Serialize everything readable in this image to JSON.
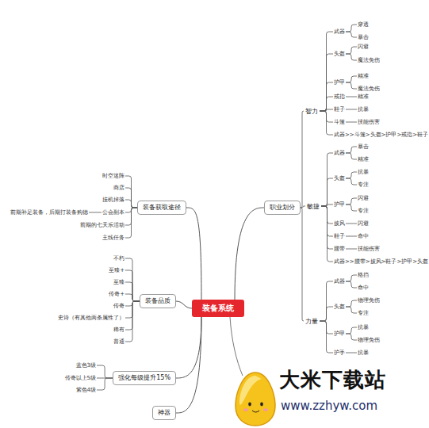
{
  "diagram": {
    "nodes": [
      {
        "text": [
          "装备系统"
        ]
      },
      {
        "text": [
          "装备获取途径"
        ]
      },
      {
        "text": [
          "时空迷阵"
        ]
      },
      {
        "text": [
          "商店"
        ]
      },
      {
        "text": [
          "挂机掉落"
        ]
      },
      {
        "text": [
          "公会副本"
        ]
      },
      {
        "text": [
          "前期补足装备，后期打装备购德"
        ]
      },
      {
        "text": [
          "前期的七天乐活动"
        ]
      },
      {
        "text": [
          "主线任务"
        ]
      },
      {
        "text": [
          "装备品质"
        ]
      },
      {
        "text": [
          "不朽"
        ]
      },
      {
        "text": [
          "至臻+"
        ]
      },
      {
        "text": [
          "至臻"
        ]
      },
      {
        "text": [
          "传奇+"
        ]
      },
      {
        "text": [
          "传奇"
        ]
      },
      {
        "text": [
          "史诗（有其他两条属性了）"
        ]
      },
      {
        "text": [
          "稀有"
        ]
      },
      {
        "text": [
          "普通"
        ]
      },
      {
        "text": [
          "强化每级提升15%"
        ]
      },
      {
        "text": [
          "蓝色3级"
        ]
      },
      {
        "text": [
          "传奇以上5级"
        ]
      },
      {
        "text": [
          "紫色4级"
        ]
      },
      {
        "text": [
          "神器"
        ]
      },
      {
        "text": [
          "职业划分"
        ]
      },
      {
        "text": [
          "智力"
        ]
      },
      {
        "text": [
          "武器"
        ]
      },
      {
        "text": [
          "穿透"
        ]
      },
      {
        "text": [
          "暴击"
        ]
      },
      {
        "text": [
          "头盔"
        ]
      },
      {
        "text": [
          "闪避"
        ]
      },
      {
        "text": [
          "魔法免伤"
        ]
      },
      {
        "text": [
          "护甲"
        ]
      },
      {
        "text": [
          "精准"
        ]
      },
      {
        "text": [
          "魔法免伤"
        ]
      },
      {
        "text": [
          "戒指"
        ]
      },
      {
        "text": [
          "精准"
        ]
      },
      {
        "text": [
          "鞋子"
        ]
      },
      {
        "text": [
          "抗暴"
        ]
      },
      {
        "text": [
          "斗篷"
        ]
      },
      {
        "text": [
          "技能伤害"
        ]
      },
      {
        "text": [
          "武器>>斗篷>头盔>护甲>戒指>鞋子"
        ]
      },
      {
        "text": [
          "敏捷"
        ]
      },
      {
        "text": [
          "武器"
        ]
      },
      {
        "text": [
          "暴击"
        ]
      },
      {
        "text": [
          "精准"
        ]
      },
      {
        "text": [
          "头盔"
        ]
      },
      {
        "text": [
          "抗暴"
        ]
      },
      {
        "text": [
          "专注"
        ]
      },
      {
        "text": [
          "护甲"
        ]
      },
      {
        "text": [
          "闪避"
        ]
      },
      {
        "text": [
          "专注"
        ]
      },
      {
        "text": [
          "披风"
        ]
      },
      {
        "text": [
          "闪避"
        ]
      },
      {
        "text": [
          "鞋子"
        ]
      },
      {
        "text": [
          "命中"
        ]
      },
      {
        "text": [
          "腰带"
        ]
      },
      {
        "text": [
          "技能伤害"
        ]
      },
      {
        "text": [
          "武器>>腰带>披风>鞋子>护甲>头盔"
        ]
      },
      {
        "text": [
          "力量"
        ]
      },
      {
        "text": [
          "武器"
        ]
      },
      {
        "text": [
          "格挡"
        ]
      },
      {
        "text": [
          "命中"
        ]
      },
      {
        "text": [
          "头盔"
        ]
      },
      {
        "text": [
          "物理免伤"
        ]
      },
      {
        "text": [
          "专注"
        ]
      },
      {
        "text": [
          "护甲"
        ]
      },
      {
        "text": [
          "抗暴"
        ]
      },
      {
        "text": [
          "物理免伤"
        ]
      },
      {
        "text": [
          "护手"
        ]
      },
      {
        "text": [
          "抗暴"
        ]
      }
    ],
    "edges": [
      {
        "from": 0,
        "to": 1,
        "arrow": "none"
      },
      {
        "from": 0,
        "to": 9,
        "arrow": "none"
      },
      {
        "from": 0,
        "to": 18,
        "arrow": "none"
      },
      {
        "from": 0,
        "to": 22,
        "arrow": "none"
      },
      {
        "from": 0,
        "to": 23,
        "arrow": "none"
      },
      {
        "from": 1,
        "to": 2,
        "arrow": "none"
      },
      {
        "from": 1,
        "to": 3,
        "arrow": "none"
      },
      {
        "from": 1,
        "to": 4,
        "arrow": "none"
      },
      {
        "from": 1,
        "to": 5,
        "arrow": "none"
      },
      {
        "from": 5,
        "to": 6,
        "arrow": "none"
      },
      {
        "from": 1,
        "to": 7,
        "arrow": "none"
      },
      {
        "from": 1,
        "to": 8,
        "arrow": "none"
      },
      {
        "from": 9,
        "to": 10,
        "arrow": "none"
      },
      {
        "from": 9,
        "to": 11,
        "arrow": "none"
      },
      {
        "from": 9,
        "to": 12,
        "arrow": "none"
      },
      {
        "from": 9,
        "to": 13,
        "arrow": "none"
      },
      {
        "from": 9,
        "to": 14,
        "arrow": "none"
      },
      {
        "from": 9,
        "to": 15,
        "arrow": "none"
      },
      {
        "from": 9,
        "to": 16,
        "arrow": "none"
      },
      {
        "from": 9,
        "to": 17,
        "arrow": "none"
      },
      {
        "from": 18,
        "to": 19,
        "arrow": "none"
      },
      {
        "from": 18,
        "to": 20,
        "arrow": "none"
      },
      {
        "from": 18,
        "to": 21,
        "arrow": "none"
      },
      {
        "from": 23,
        "to": 24,
        "arrow": "none"
      },
      {
        "from": 23,
        "to": 41,
        "arrow": "none"
      },
      {
        "from": 23,
        "to": 58,
        "arrow": "none"
      },
      {
        "from": 24,
        "to": 25,
        "arrow": "none"
      },
      {
        "from": 25,
        "to": 26,
        "arrow": "none"
      },
      {
        "from": 25,
        "to": 27,
        "arrow": "none"
      },
      {
        "from": 24,
        "to": 28,
        "arrow": "none"
      },
      {
        "from": 28,
        "to": 29,
        "arrow": "none"
      },
      {
        "from": 28,
        "to": 30,
        "arrow": "none"
      },
      {
        "from": 24,
        "to": 31,
        "arrow": "none"
      },
      {
        "from": 31,
        "to": 32,
        "arrow": "none"
      },
      {
        "from": 31,
        "to": 33,
        "arrow": "none"
      },
      {
        "from": 24,
        "to": 34,
        "arrow": "none"
      },
      {
        "from": 34,
        "to": 35,
        "arrow": "none"
      },
      {
        "from": 24,
        "to": 36,
        "arrow": "none"
      },
      {
        "from": 36,
        "to": 37,
        "arrow": "none"
      },
      {
        "from": 24,
        "to": 38,
        "arrow": "none"
      },
      {
        "from": 38,
        "to": 39,
        "arrow": "none"
      },
      {
        "from": 24,
        "to": 40,
        "arrow": "none"
      },
      {
        "from": 41,
        "to": 42,
        "arrow": "none"
      },
      {
        "from": 42,
        "to": 43,
        "arrow": "none"
      },
      {
        "from": 42,
        "to": 44,
        "arrow": "none"
      },
      {
        "from": 41,
        "to": 45,
        "arrow": "none"
      },
      {
        "from": 45,
        "to": 46,
        "arrow": "none"
      },
      {
        "from": 45,
        "to": 47,
        "arrow": "none"
      },
      {
        "from": 41,
        "to": 48,
        "arrow": "none"
      },
      {
        "from": 48,
        "to": 49,
        "arrow": "none"
      },
      {
        "from": 48,
        "to": 50,
        "arrow": "none"
      },
      {
        "from": 41,
        "to": 51,
        "arrow": "none"
      },
      {
        "from": 51,
        "to": 52,
        "arrow": "none"
      },
      {
        "from": 41,
        "to": 53,
        "arrow": "none"
      },
      {
        "from": 53,
        "to": 54,
        "arrow": "none"
      },
      {
        "from": 41,
        "to": 55,
        "arrow": "none"
      },
      {
        "from": 55,
        "to": 56,
        "arrow": "none"
      },
      {
        "from": 41,
        "to": 57,
        "arrow": "none"
      },
      {
        "from": 58,
        "to": 59,
        "arrow": "none"
      },
      {
        "from": 59,
        "to": 60,
        "arrow": "none"
      },
      {
        "from": 59,
        "to": 61,
        "arrow": "none"
      },
      {
        "from": 58,
        "to": 62,
        "arrow": "none"
      },
      {
        "from": 62,
        "to": 63,
        "arrow": "none"
      },
      {
        "from": 62,
        "to": 64,
        "arrow": "none"
      },
      {
        "from": 58,
        "to": 65,
        "arrow": "none"
      },
      {
        "from": 65,
        "to": 66,
        "arrow": "none"
      },
      {
        "from": 65,
        "to": 67,
        "arrow": "none"
      },
      {
        "from": 58,
        "to": 68,
        "arrow": "none"
      },
      {
        "from": 68,
        "to": 69,
        "arrow": "none"
      }
    ],
    "labels": [
      "大米下载站",
      "www.zzhyw.com"
    ]
  }
}
